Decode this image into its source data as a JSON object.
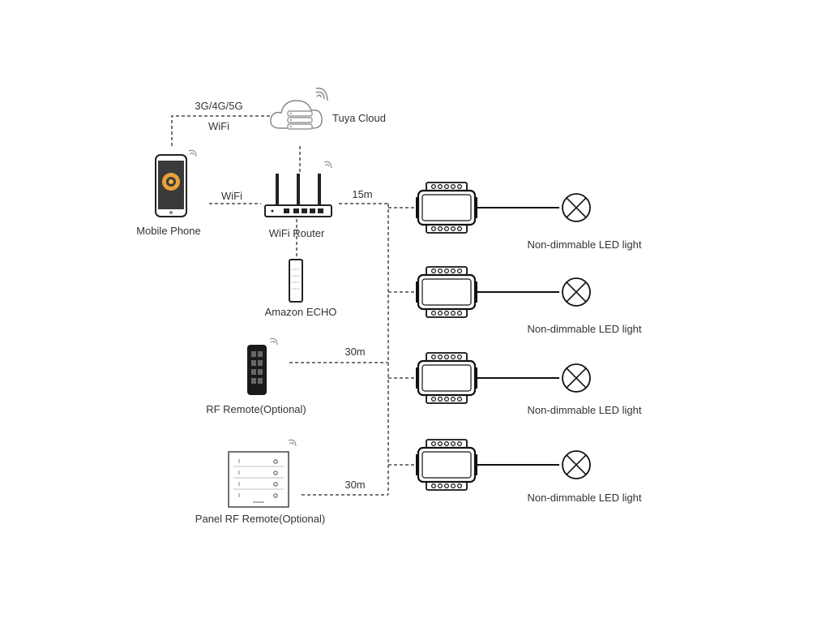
{
  "labels": {
    "mobile_connection_top": "3G/4G/5G",
    "mobile_connection_bottom": "WiFi",
    "cloud": "Tuya Cloud",
    "phone_wifi": "WiFi",
    "mobile_phone": "Mobile Phone",
    "router": "WiFi Router",
    "echo": "Amazon ECHO",
    "distance_router": "15m",
    "distance_remote": "30m",
    "rf_remote": "RF Remote(Optional)",
    "distance_panel": "30m",
    "panel_remote": "Panel RF Remote(Optional)"
  },
  "lights": [
    {
      "label": "Non-dimmable LED light"
    },
    {
      "label": "Non-dimmable LED light"
    },
    {
      "label": "Non-dimmable LED light"
    },
    {
      "label": "Non-dimmable LED light"
    }
  ],
  "icons": {
    "cloud": "cloud-server-icon",
    "phone": "smartphone-icon",
    "router": "wifi-router-icon",
    "echo": "smart-speaker-icon",
    "remote": "rf-remote-icon",
    "panel": "panel-remote-icon",
    "controller": "controller-module-icon",
    "light": "lamp-icon",
    "signal": "wireless-signal-icon"
  }
}
